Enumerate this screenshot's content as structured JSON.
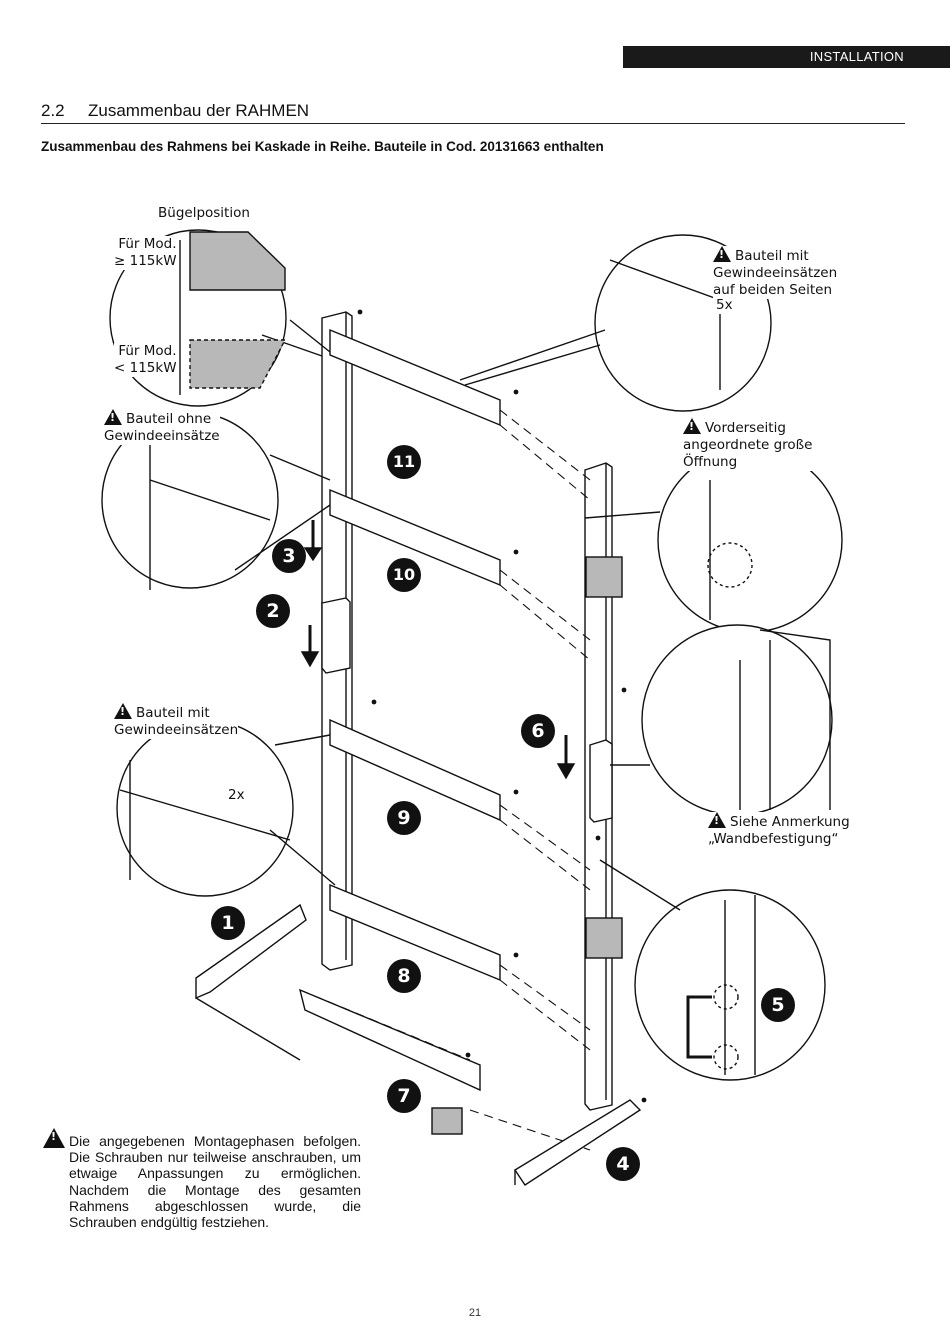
{
  "header": {
    "section_tag": "INSTALLATION"
  },
  "section": {
    "number": "2.2",
    "title": "Zusammenbau der RAHMEN"
  },
  "subtitle": "Zusammenbau des Rahmens bei Kaskade in Reihe. Bauteile in Cod. 20131663 enthalten",
  "callouts": {
    "bracket_position": "Bügelposition",
    "mod_ge_line1": "Für Mod.",
    "mod_ge_line2": "≥ 115kW",
    "mod_lt_line1": "Für Mod.",
    "mod_lt_line2": "< 115kW",
    "threaded_both_line1": "Bauteil mit",
    "threaded_both_line2": "Gewindeeinsätzen",
    "threaded_both_line3": "auf beiden Seiten",
    "count_5x": "5x",
    "no_inserts_line1": "Bauteil ohne",
    "no_inserts_line2": "Gewindeeinsätze",
    "front_opening_line1": "Vorderseitig",
    "front_opening_line2": "angeordnete große",
    "front_opening_line3": "Öffnung",
    "with_inserts_line1": "Bauteil mit",
    "with_inserts_line2": "Gewindeeinsätzen",
    "count_2x": "2x",
    "see_note_line1": "Siehe Anmerkung",
    "see_note_line2": "„Wandbefestigung“"
  },
  "steps": [
    "1",
    "2",
    "3",
    "4",
    "5",
    "6",
    "7",
    "8",
    "9",
    "10",
    "11"
  ],
  "note": "Die angegebenen Montagephasen befolgen. Die Schrauben nur teilweise anschrauben, um etwaige Anpassungen zu ermöglichen. Nachdem die Montage des gesamten Rahmens abgeschlossen wurde, die Schrauben endgültig festziehen.",
  "page_number": "21",
  "colors": {
    "ink": "#111111",
    "header_bar": "#1a1a1a",
    "plate_fill": "#b8b8b8"
  }
}
